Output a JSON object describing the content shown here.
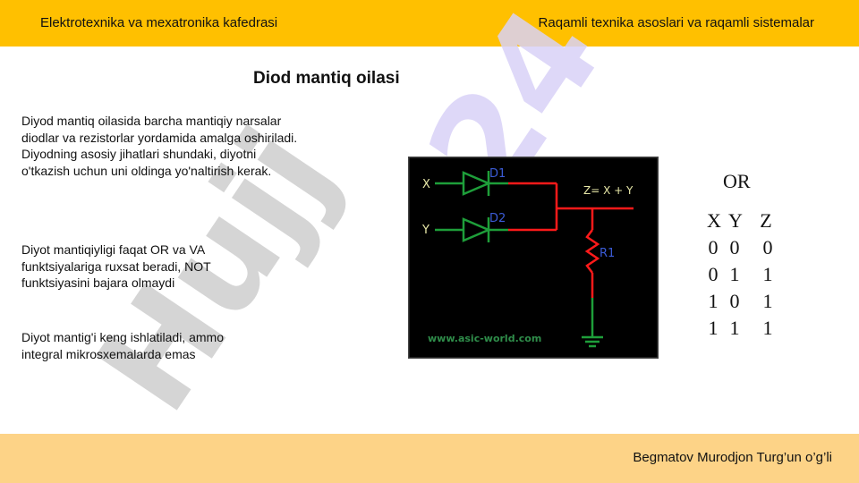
{
  "header": {
    "left": "Elektrotexnika va mexatronika kafedrasi",
    "right": "Raqamli texnika asoslari va raqamli sistemalar"
  },
  "title": "Diod mantiq oilasi",
  "paragraphs": [
    "Diyod mantiq oilasida barcha mantiqiy narsalar diodlar va rezistorlar yordamida amalga oshiriladi. Diyodning asosiy jihatlari shundaki, diyotni o'tkazish uchun uni oldinga yo'naltirish kerak.",
    "Diyot mantiqiyligi faqat OR va VA funktsiyalariga ruxsat beradi, NOT funktsiyasini bajara olmaydi",
    "Diyot mantig'i keng ishlatiladi, ammo integral mikrosxemalarda emas"
  ],
  "circuit": {
    "input_x": "X",
    "input_y": "Y",
    "diode1": "D1",
    "diode2": "D2",
    "output": "Z= X + Y",
    "resistor": "R1",
    "credit": "www.asic-world.com"
  },
  "truth_table": {
    "gate": "OR",
    "headers": [
      "X",
      "Y",
      "Z"
    ],
    "rows": [
      [
        "0",
        "0",
        "0"
      ],
      [
        "0",
        "1",
        "1"
      ],
      [
        "1",
        "0",
        "1"
      ],
      [
        "1",
        "1",
        "1"
      ]
    ]
  },
  "watermark": "Hujjat24",
  "footer": {
    "author": "Begmatov Murodjon Turg’un o’g’li"
  },
  "colors": {
    "header": "#ffc000",
    "footer": "#fdd387",
    "wire_red": "#ff1a1a",
    "wire_green": "#1e9e3a",
    "watermark_gray": "#c8c8c8",
    "watermark_violet": "#d9d2f7"
  }
}
